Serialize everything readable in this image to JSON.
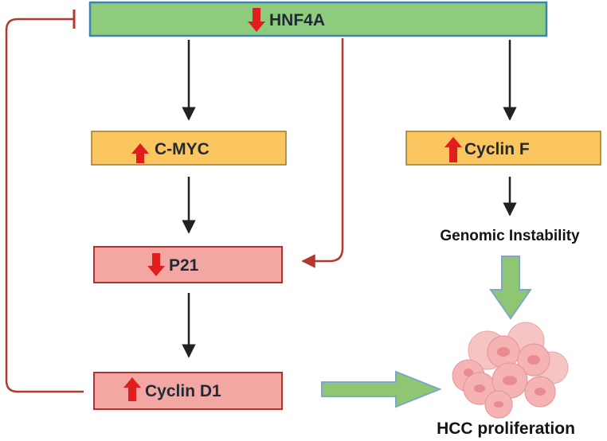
{
  "nodes": {
    "hnf4a": {
      "label": "HNF4A",
      "arrow": "down",
      "fill": "#8fcb7c",
      "border": "#3d82b8"
    },
    "cmyc": {
      "label": "C-MYC",
      "arrow": "up",
      "fill": "#fbc55f",
      "border": "#9a7a34"
    },
    "cyclin_f": {
      "label": "Cyclin F",
      "arrow": "up",
      "fill": "#fbc55f",
      "border": "#9a7a34"
    },
    "p21": {
      "label": "P21",
      "arrow": "down",
      "fill": "#f3a7a3",
      "border": "#b4322d"
    },
    "cyclin_d1": {
      "label": "Cyclin D1",
      "arrow": "up",
      "fill": "#f3a7a3",
      "border": "#b4322d"
    }
  },
  "labels": {
    "genomic_instability": "Genomic Instability",
    "hcc_proliferation": "HCC proliferation"
  },
  "colors": {
    "activation_arrow": "#222222",
    "inhibition_line": "#b5382f",
    "regulation_arrow": "#e01e1e",
    "flow_arrow_fill": "#8fc672",
    "flow_arrow_border": "#7fa6c9",
    "cell_fill": "#f5b3b3",
    "cell_nucleus": "#e98c8f"
  },
  "icons": {
    "up": "red-up-arrow-icon",
    "down": "red-down-arrow-icon",
    "cells": "cancer-cell-cluster-icon"
  }
}
